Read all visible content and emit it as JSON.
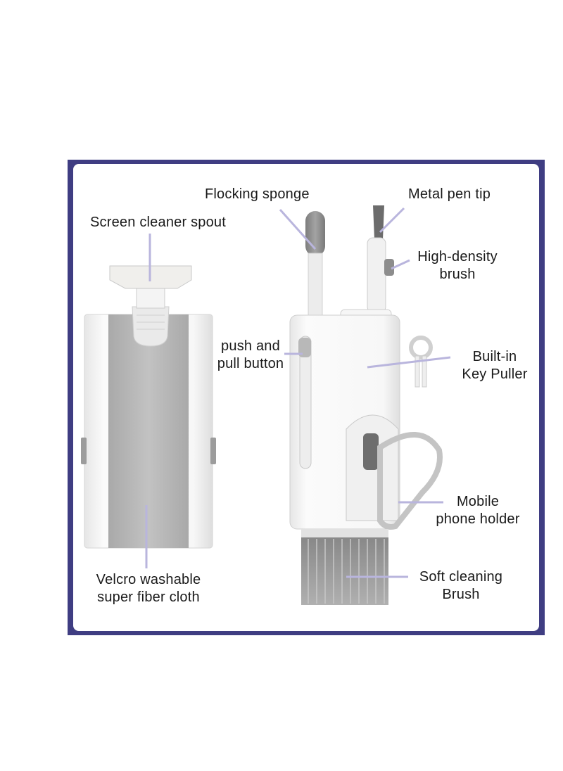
{
  "labels": {
    "screen_cleaner_spout": "Screen cleaner spout",
    "flocking_sponge": "Flocking sponge",
    "metal_pen_tip": "Metal pen tip",
    "high_density_brush": [
      "High-density",
      "brush"
    ],
    "push_pull_button": [
      "push and",
      "pull button"
    ],
    "key_puller": [
      "Built-in",
      "Key Puller"
    ],
    "mobile_phone_holder": [
      "Mobile",
      "phone holder"
    ],
    "velcro_cloth": [
      "Velcro washable",
      "super fiber cloth"
    ],
    "soft_brush": [
      "Soft cleaning",
      "Brush"
    ]
  },
  "colors": {
    "frame": "#3f3d82",
    "panel": "#ffffff",
    "pointer": "#b9b5dd",
    "device_body": "#f2f2f2",
    "cloth": "#b4b4b4",
    "sponge": "#8f8f8f",
    "bristles": "#9a9a9a"
  }
}
